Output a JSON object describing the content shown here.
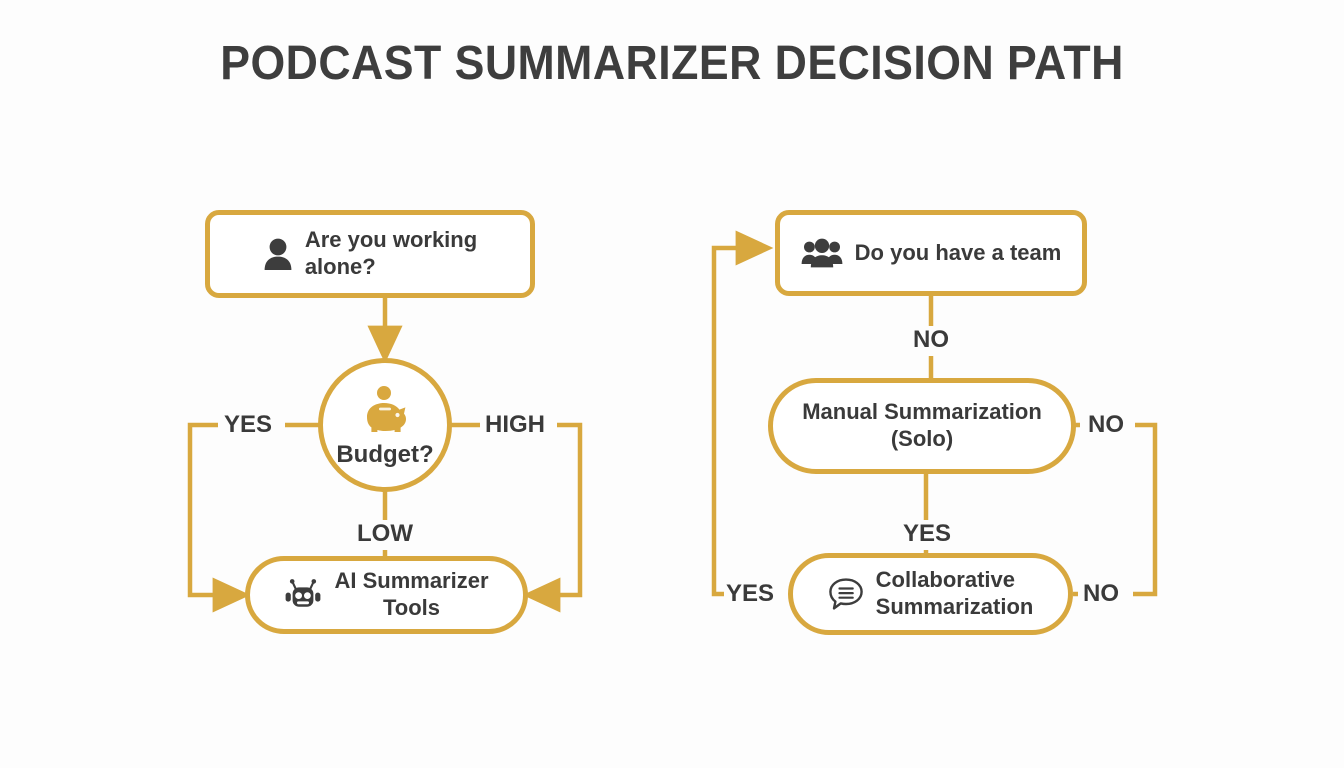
{
  "page": {
    "title": "PODCAST SUMMARIZER DECISION PATH",
    "background_color": "#fdfdfd"
  },
  "theme": {
    "accent": "#d8a83f",
    "connector": "#d8a83f",
    "text": "#3a3a3a",
    "icon_dark": "#3d3d3d",
    "icon_gold": "#d9a83f"
  },
  "chart_data": {
    "type": "diagram",
    "title": "PODCAST SUMMARIZER DECISION PATH",
    "nodes": [
      {
        "id": "working-alone",
        "label": "Are you working alone?",
        "shape": "rounded-rect",
        "icon": "person-icon"
      },
      {
        "id": "budget",
        "label": "Budget?",
        "shape": "circle",
        "icon": "piggy-bank-icon"
      },
      {
        "id": "ai-tools",
        "label": "AI Summarizer Tools",
        "shape": "pill",
        "icon": "robot-icon"
      },
      {
        "id": "have-team",
        "label": "Do you have a team",
        "shape": "rounded-rect",
        "icon": "team-icon"
      },
      {
        "id": "manual-solo",
        "label": "Manual Summarization (Solo)",
        "shape": "pill",
        "icon": "none"
      },
      {
        "id": "collaborative",
        "label": "Collaborative Summarization",
        "shape": "pill",
        "icon": "speech-bubble-icon"
      }
    ],
    "edges": [
      {
        "from": "working-alone",
        "to": "budget",
        "label": ""
      },
      {
        "from": "budget",
        "to": "ai-tools",
        "label": "YES"
      },
      {
        "from": "budget",
        "to": "ai-tools",
        "label": "HIGH"
      },
      {
        "from": "budget",
        "to": "ai-tools",
        "label": "LOW"
      },
      {
        "from": "have-team",
        "to": "manual-solo",
        "label": "NO"
      },
      {
        "from": "manual-solo",
        "to": "collaborative",
        "label": "YES"
      },
      {
        "from": "manual-solo",
        "to": "have-team",
        "label": "NO"
      },
      {
        "from": "collaborative",
        "to": "have-team",
        "label": "NO"
      },
      {
        "from": "collaborative",
        "to": "have-team",
        "label": "YES"
      }
    ]
  },
  "nodes": {
    "working_alone": {
      "line1": "Are you working",
      "line2": "alone?",
      "text": "Are you working\nalone?"
    },
    "budget": {
      "text": "Budget?"
    },
    "ai_tools": {
      "text": "AI Summarizer\nTools"
    },
    "have_team": {
      "text": "Do you have a team"
    },
    "manual_solo": {
      "text": "Manual Summarization\n(Solo)"
    },
    "collaborative": {
      "text": "Collaborative\nSummarization"
    }
  },
  "edge_labels": {
    "yes_left": "YES",
    "high_right": "HIGH",
    "low_center": "LOW",
    "no_team_down": "NO",
    "no_manual_right": "NO",
    "yes_manual_down": "YES",
    "no_collab_right": "NO",
    "yes_collab_left": "YES"
  }
}
